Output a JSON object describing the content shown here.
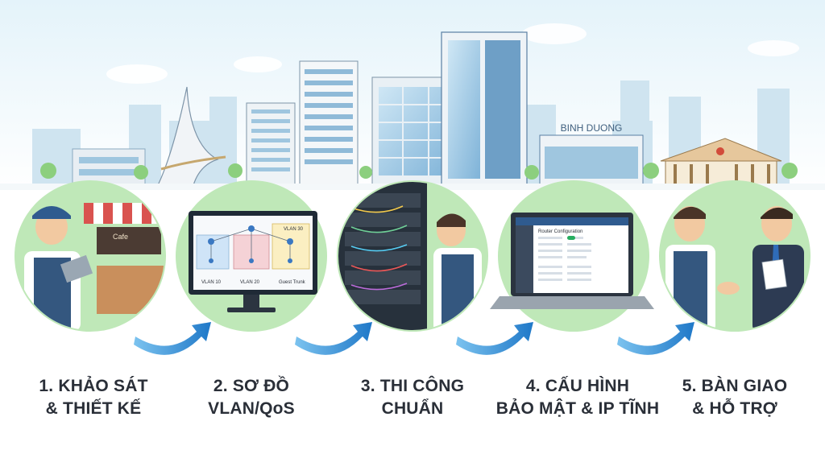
{
  "skyline": {
    "sign_text": "BINH DUONG"
  },
  "panels": [
    {
      "id": "survey",
      "scene": "surveyor-at-cafe",
      "cafe_sign": "Cafe",
      "step_line1": "1. KHẢO SÁT",
      "step_line2": "& THIẾT KẾ"
    },
    {
      "id": "vlan",
      "scene": "network-diagram-monitor",
      "vlan_labels": [
        "VLAN 10",
        "VLAN 20",
        "VLAN 30",
        "Guest Trunk"
      ],
      "step_line1": "2. SƠ ĐỒ",
      "step_line2": "VLAN/QoS"
    },
    {
      "id": "install",
      "scene": "technician-at-server-rack",
      "step_line1": "3. THI CÔNG",
      "step_line2": "CHUẨN"
    },
    {
      "id": "config",
      "scene": "router-config-laptop",
      "screen_title": "Router Configuration",
      "step_line1": "4. CẤU HÌNH",
      "step_line2": "BẢO MẬT & IP TĨNH"
    },
    {
      "id": "handover",
      "scene": "handshake-handover",
      "step_line1": "5. BÀN GIAO",
      "step_line2": "& HỖ TRỢ"
    }
  ],
  "colors": {
    "sky_top": "#eaf6fb",
    "circle_green": "#bfe8b8",
    "arrow_blue": "#2f8fd6",
    "text_dark": "#2a2f38",
    "building_blue": "#9fc6df",
    "building_dark": "#5a7fa3"
  }
}
